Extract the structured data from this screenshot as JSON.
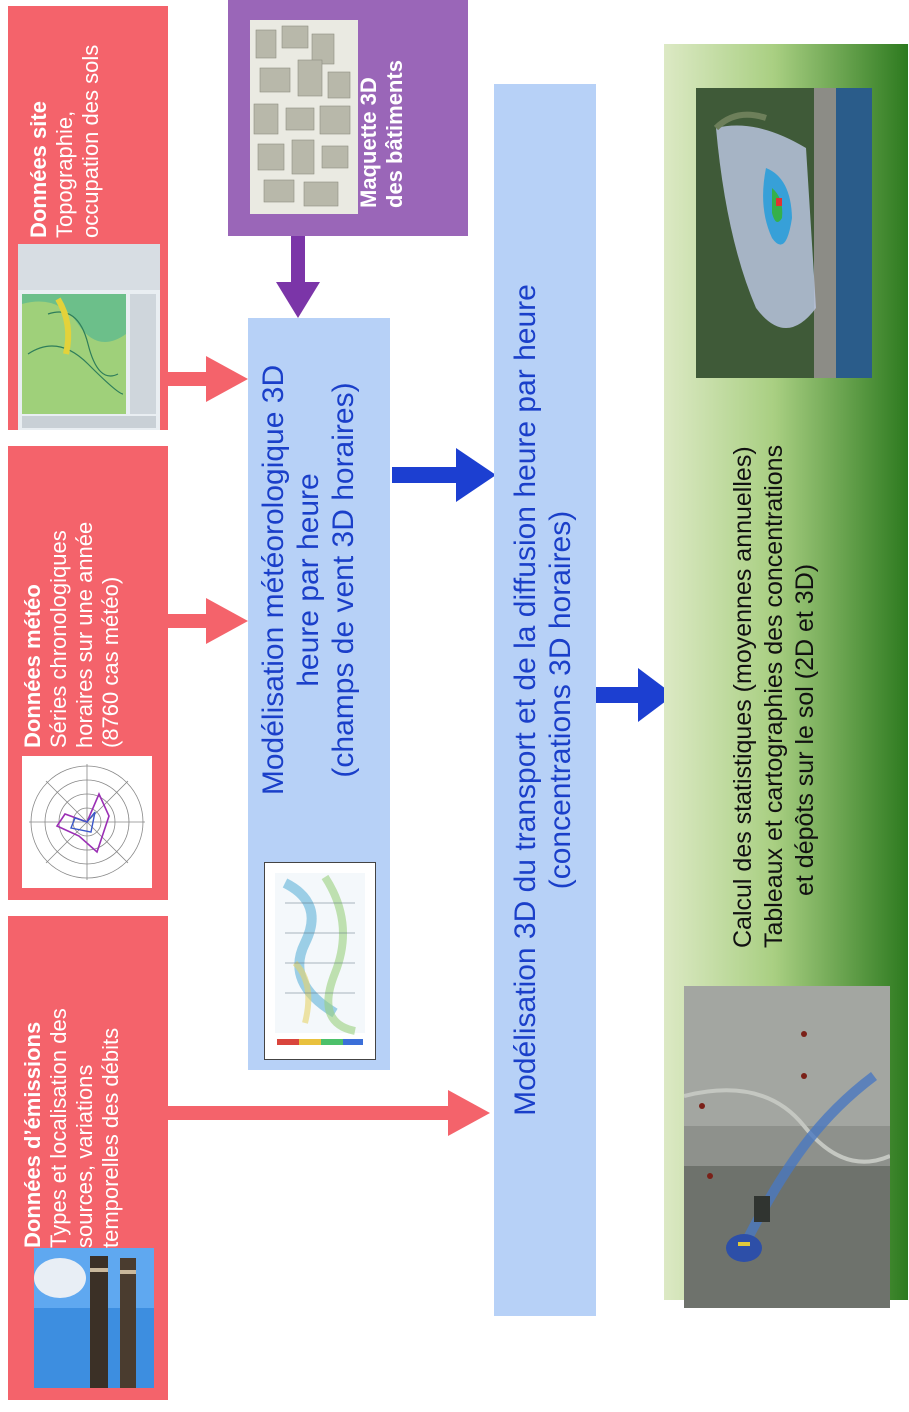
{
  "emissions": {
    "title": "Données d’émissions",
    "lines": [
      "Types et localisation des",
      "sources, variations",
      "temporelles des débits"
    ]
  },
  "meteo": {
    "title": "Données météo",
    "lines": [
      "Séries chronologiques",
      "horaires sur une année",
      "(8760 cas météo)"
    ]
  },
  "site": {
    "title": "Données site",
    "lines": [
      "Topographie,",
      "occupation des sols"
    ]
  },
  "buildings": {
    "lines": [
      "Maquette 3D",
      "des bâtiments"
    ]
  },
  "meteo_model": {
    "lines": [
      "Modélisation météorologique  3D",
      "heure par heure",
      "(champs de vent 3D horaires)"
    ]
  },
  "transport_model": {
    "lines": [
      "Modélisation 3D du transport et de la diffusion heure par heure",
      "(concentrations 3D horaires)"
    ]
  },
  "results": {
    "lines": [
      "Calcul des statistiques (moyennes annuelles)",
      "Tableaux et cartographies des concentrations",
      "et dépôts sur le sol (2D et 3D)"
    ]
  },
  "colors": {
    "input_red": "#f4636b",
    "buildings_purple": "#9a66b8",
    "model_blue": "#b7d1f7",
    "arrow_red": "#f4636b",
    "arrow_blue": "#1c3fd1",
    "arrow_purple": "#7b35a8",
    "green_dark": "#2d7a1f",
    "green_light": "#dce9c4"
  }
}
